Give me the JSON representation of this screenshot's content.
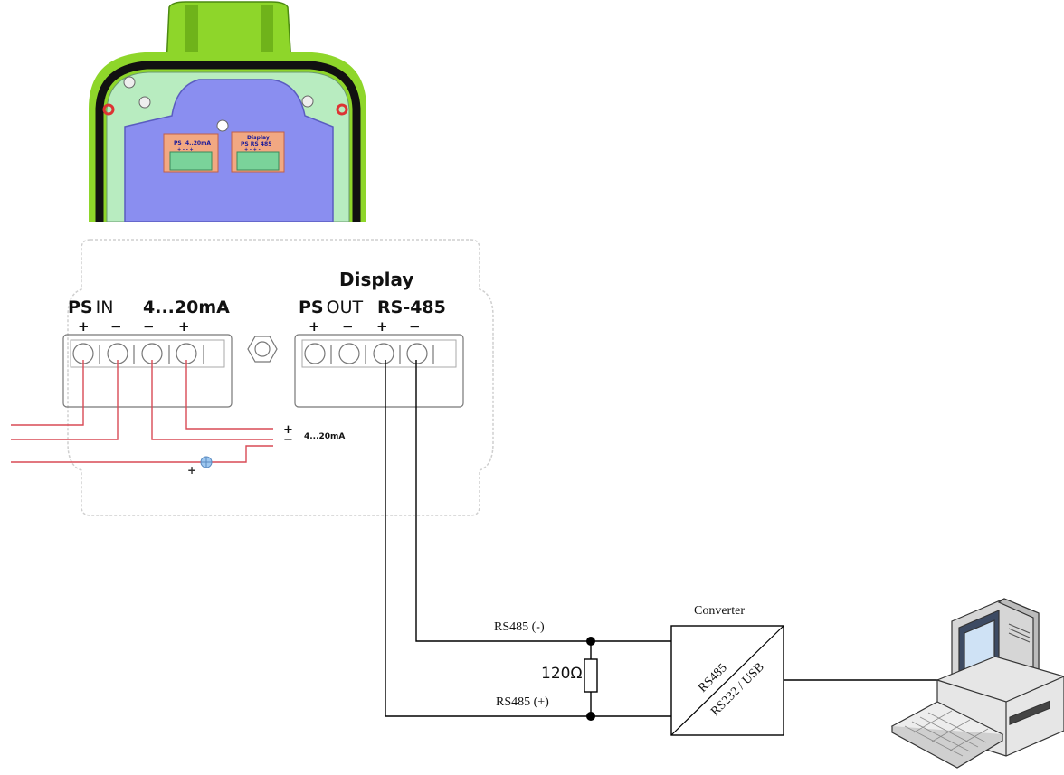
{
  "top_photo": {
    "left_label_line1": "PS",
    "left_label_line2": "4..20mA",
    "left_label_line3": "+ - - +",
    "right_label_line1": "Display",
    "right_label_line2": "PS   RS 485",
    "right_label_line3": "+ - + -"
  },
  "terminal_board": {
    "display_heading": "Display",
    "ps_in_bold": "PS",
    "ps_in_light": "IN",
    "current_loop_label": "4...20mA",
    "ps_out_bold": "PS",
    "ps_out_light": "OUT",
    "rs485_label": "RS-485",
    "polarity_left": [
      "+",
      "−",
      "−",
      "+"
    ],
    "polarity_right": [
      "+",
      "−",
      "+",
      "−"
    ],
    "side_plus": "+",
    "side_minus": "−",
    "side_label": "4...20mA",
    "ground_plus": "+"
  },
  "wiring": {
    "rs485_minus_label": "RS485 (-)",
    "rs485_plus_label": "RS485 (+)",
    "resistor_label": "120Ω",
    "converter_title": "Converter",
    "converter_top_text": "RS485",
    "converter_bottom_text": "RS232 / USB"
  },
  "colors": {
    "housing_green": "#8ed62a",
    "gasket_black": "#111111",
    "inner_mint": "#b8ecc0",
    "panel_blue": "#8a8ef0",
    "connector_orange": "#f2a882",
    "wire_red": "#d94a55",
    "line_black": "#000000"
  }
}
